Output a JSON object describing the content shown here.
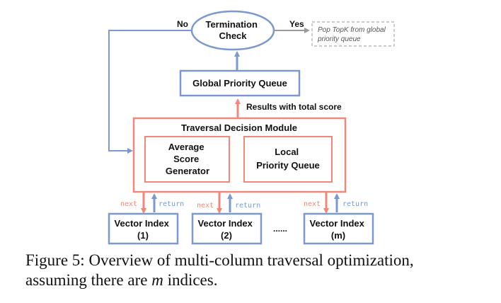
{
  "diagram": {
    "termination_check": "Termination\nCheck",
    "no_label": "No",
    "yes_label": "Yes",
    "pop_topk": "Pop TopK from global\npriority queue",
    "global_pq": "Global Priority Queue",
    "results_label": "Results with total score",
    "tdm_title": "Traversal Decision Module",
    "avg_score_gen": "Average\nScore\nGenerator",
    "local_pq": "Local\nPriority Queue",
    "next_label": "next",
    "return_label": "return",
    "vector_indices": [
      {
        "name": "Vector Index",
        "id": "(1)"
      },
      {
        "name": "Vector Index",
        "id": "(2)"
      },
      {
        "name": "Vector Index",
        "id": "(m)"
      }
    ],
    "ellipsis": "......"
  },
  "caption": {
    "line1": "Figure 5: Overview of multi-column traversal optimization,",
    "line2_prefix": "assuming there are ",
    "line2_var": "m",
    "line2_suffix": " indices."
  },
  "colors": {
    "blue": "#7b98cf",
    "red": "#f0877a",
    "gray": "#9a9a9a"
  }
}
